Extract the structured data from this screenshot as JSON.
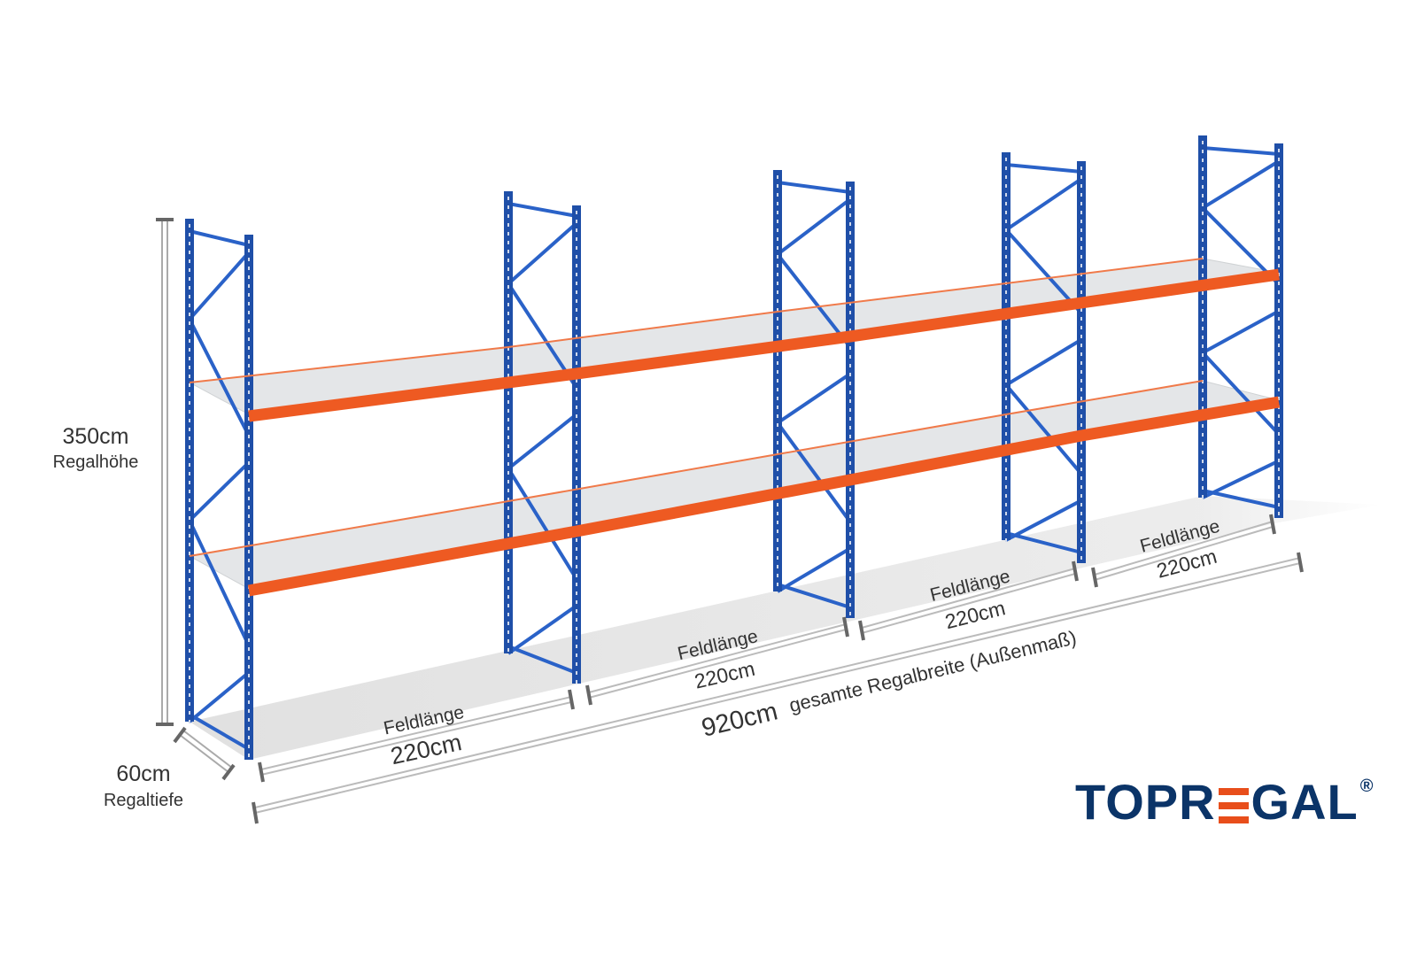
{
  "height": {
    "value": "350cm",
    "label": "Regalhöhe"
  },
  "depth": {
    "value": "60cm",
    "label": "Regaltiefe"
  },
  "total_width": {
    "value": "920cm",
    "label": "gesamte Regalbreite (Außenmaß)"
  },
  "fields": [
    {
      "label": "Feldlänge",
      "value": "220cm"
    },
    {
      "label": "Feldlänge",
      "value": "220cm"
    },
    {
      "label": "Feldlänge",
      "value": "220cm"
    },
    {
      "label": "Feldlänge",
      "value": "220cm"
    }
  ],
  "logo": {
    "left": "TOPR",
    "right": "GAL",
    "registered": "®",
    "full": "TOPREGAL"
  },
  "colors": {
    "upright": "#1f4fa8",
    "beam": "#ee5a22",
    "shelf": "#e6e8ea",
    "logo": "#0b3468"
  }
}
